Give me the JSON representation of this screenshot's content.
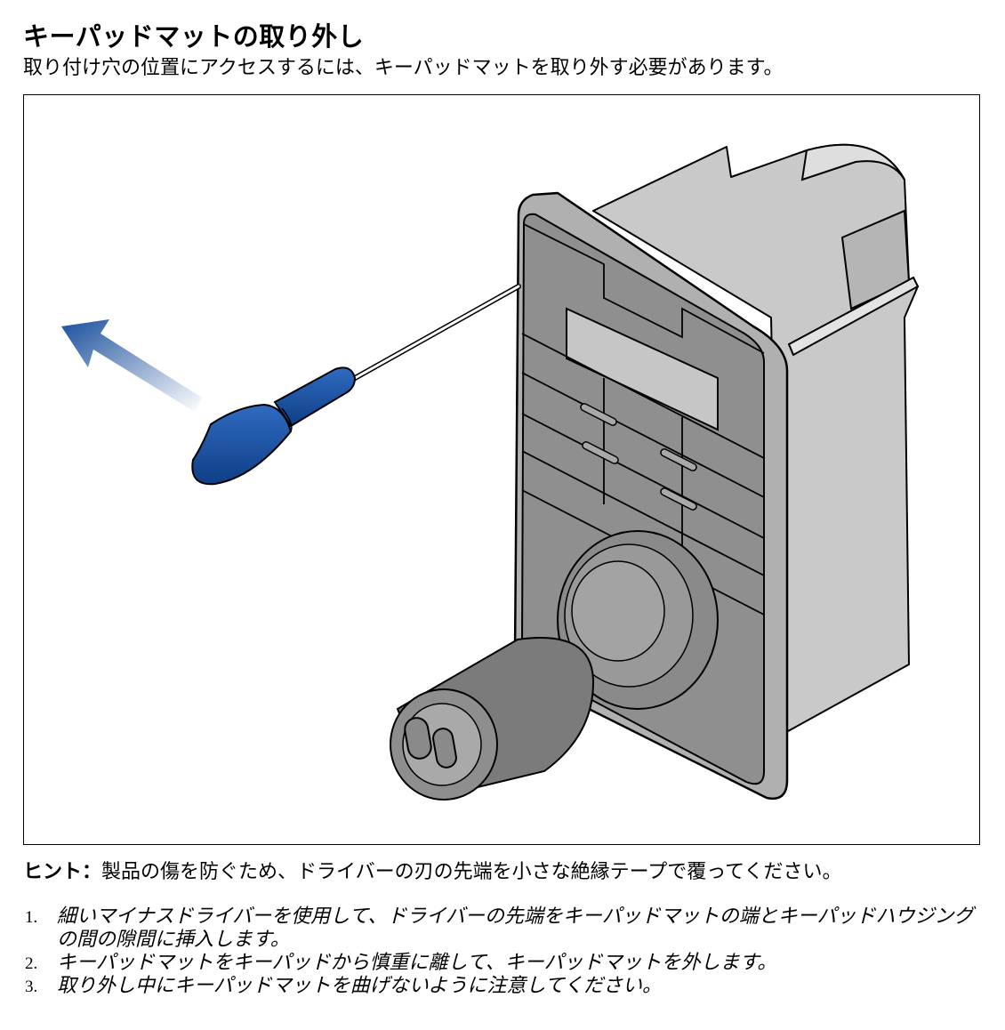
{
  "title": "キーパッドマットの取り外し",
  "subtitle": "取り付け穴の位置にアクセスするには、キーパッドマットを取り外す必要があります。",
  "hint": {
    "label": "ヒント：",
    "text": "製品の傷を防ぐため、ドライバーの刃の先端を小さな絶縁テープで覆ってください。"
  },
  "steps": [
    {
      "num": "1.",
      "text": "細いマイナスドライバーを使用して、ドライバーの先端をキーパッドマットの端とキーパッドハウジングの間の隙間に挿入します。"
    },
    {
      "num": "2.",
      "text": "キーパッドマットをキーパッドから慎重に離して、キーパッドマットを外します。"
    },
    {
      "num": "3.",
      "text": "取り外し中にキーパッドマットを曲げないように注意してください。"
    }
  ],
  "colors": {
    "screwdriver": "#1a4f9c",
    "housing": "#bdbdbd",
    "panel": "#9a9a9a",
    "knob": "#7d7d7d"
  }
}
